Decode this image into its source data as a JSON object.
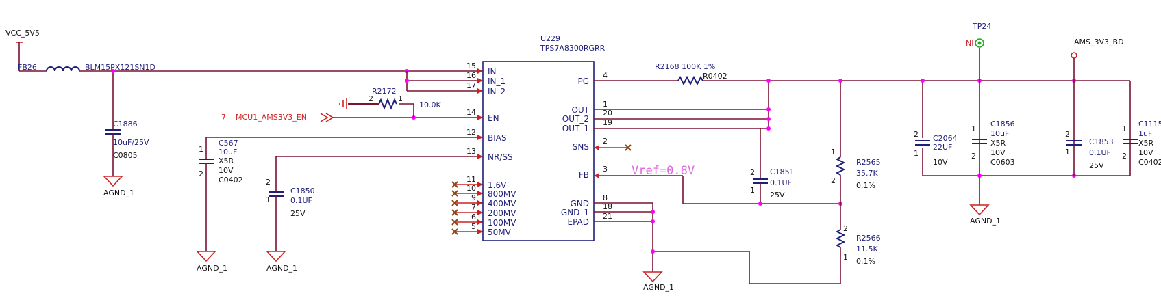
{
  "rails": {
    "vcc": "VCC_5V5",
    "ams": "AMS_3V3_BD",
    "gnd": "AGND_1"
  },
  "ferrite": {
    "ref": "FB26",
    "part": "BLM15PX121SN1D"
  },
  "ic": {
    "ref": "U229",
    "part": "TPS7A8300RGRR",
    "left_pins": [
      {
        "num": "15",
        "name": "IN"
      },
      {
        "num": "16",
        "name": "IN_1"
      },
      {
        "num": "17",
        "name": "IN_2"
      },
      {
        "num": "14",
        "name": "EN"
      },
      {
        "num": "12",
        "name": "BIAS"
      },
      {
        "num": "13",
        "name": "NR/SS"
      },
      {
        "num": "11",
        "name": "1.6V"
      },
      {
        "num": "10",
        "name": "800MV"
      },
      {
        "num": "9",
        "name": "400MV"
      },
      {
        "num": "7",
        "name": "200MV"
      },
      {
        "num": "6",
        "name": "100MV"
      },
      {
        "num": "5",
        "name": "50MV"
      }
    ],
    "right_pins": [
      {
        "num": "4",
        "name": "PG"
      },
      {
        "num": "1",
        "name": "OUT"
      },
      {
        "num": "20",
        "name": "OUT_2"
      },
      {
        "num": "19",
        "name": "OUT_1"
      },
      {
        "num": "2",
        "name": "SNS"
      },
      {
        "num": "3",
        "name": "FB"
      },
      {
        "num": "8",
        "name": "GND"
      },
      {
        "num": "18",
        "name": "GND_1"
      },
      {
        "num": "21",
        "name": "EPAD"
      }
    ]
  },
  "en_net": {
    "sheet": "7",
    "name": "MCU1_AMS3V3_EN"
  },
  "r2172": {
    "ref": "R2172",
    "value": "10.0K",
    "pin2": "2",
    "pin1": "1"
  },
  "r2168": {
    "ref": "R2168 100K 1%",
    "pkg": "R0402"
  },
  "vref": "Vref=0.8V",
  "tp": {
    "ref": "TP24",
    "label": "NI"
  },
  "c1886": {
    "ref": "C1886",
    "value": "10uF/25V",
    "pkg": "C0805"
  },
  "c567": {
    "ref": "C567",
    "value": "10uF",
    "diel": "X5R",
    "volt": "10V",
    "pkg": "C0402",
    "p1": "1",
    "p2": "2"
  },
  "c1850": {
    "ref": "C1850",
    "value": "0.1UF",
    "volt": "25V",
    "p2": "2",
    "p1": "1"
  },
  "c1851": {
    "ref": "C1851",
    "value": "0.1UF",
    "volt": "25V",
    "p2": "2",
    "p1": "1"
  },
  "r2565": {
    "ref": "R2565",
    "value": "35.7K",
    "tol": "0.1%",
    "p1": "1",
    "p2": "2"
  },
  "r2566": {
    "ref": "R2566",
    "value": "11.5K",
    "tol": "0.1%",
    "p2": "2",
    "p1": "1"
  },
  "c2064": {
    "ref": "C2064",
    "value": "22UF",
    "volt": "10V",
    "p2": "2",
    "p1": "1"
  },
  "c1856": {
    "ref": "C1856",
    "value": "10uF",
    "diel": "X5R",
    "volt": "10V",
    "pkg": "C0603",
    "p1": "1",
    "p2": "2"
  },
  "c1853": {
    "ref": "C1853",
    "value": "0.1UF",
    "volt": "25V",
    "p2": "2",
    "p1": "1"
  },
  "c1115": {
    "ref": "C1115",
    "value": "1uF",
    "diel": "X5R",
    "volt": "10V",
    "pkg": "C0402",
    "p1": "1",
    "p2": "2"
  },
  "colors": {
    "wire": "#7a1230",
    "symbol": "#1f1f7a",
    "net": "#cc2222",
    "junction": "#ff00ff",
    "vref": "#e066e0"
  }
}
